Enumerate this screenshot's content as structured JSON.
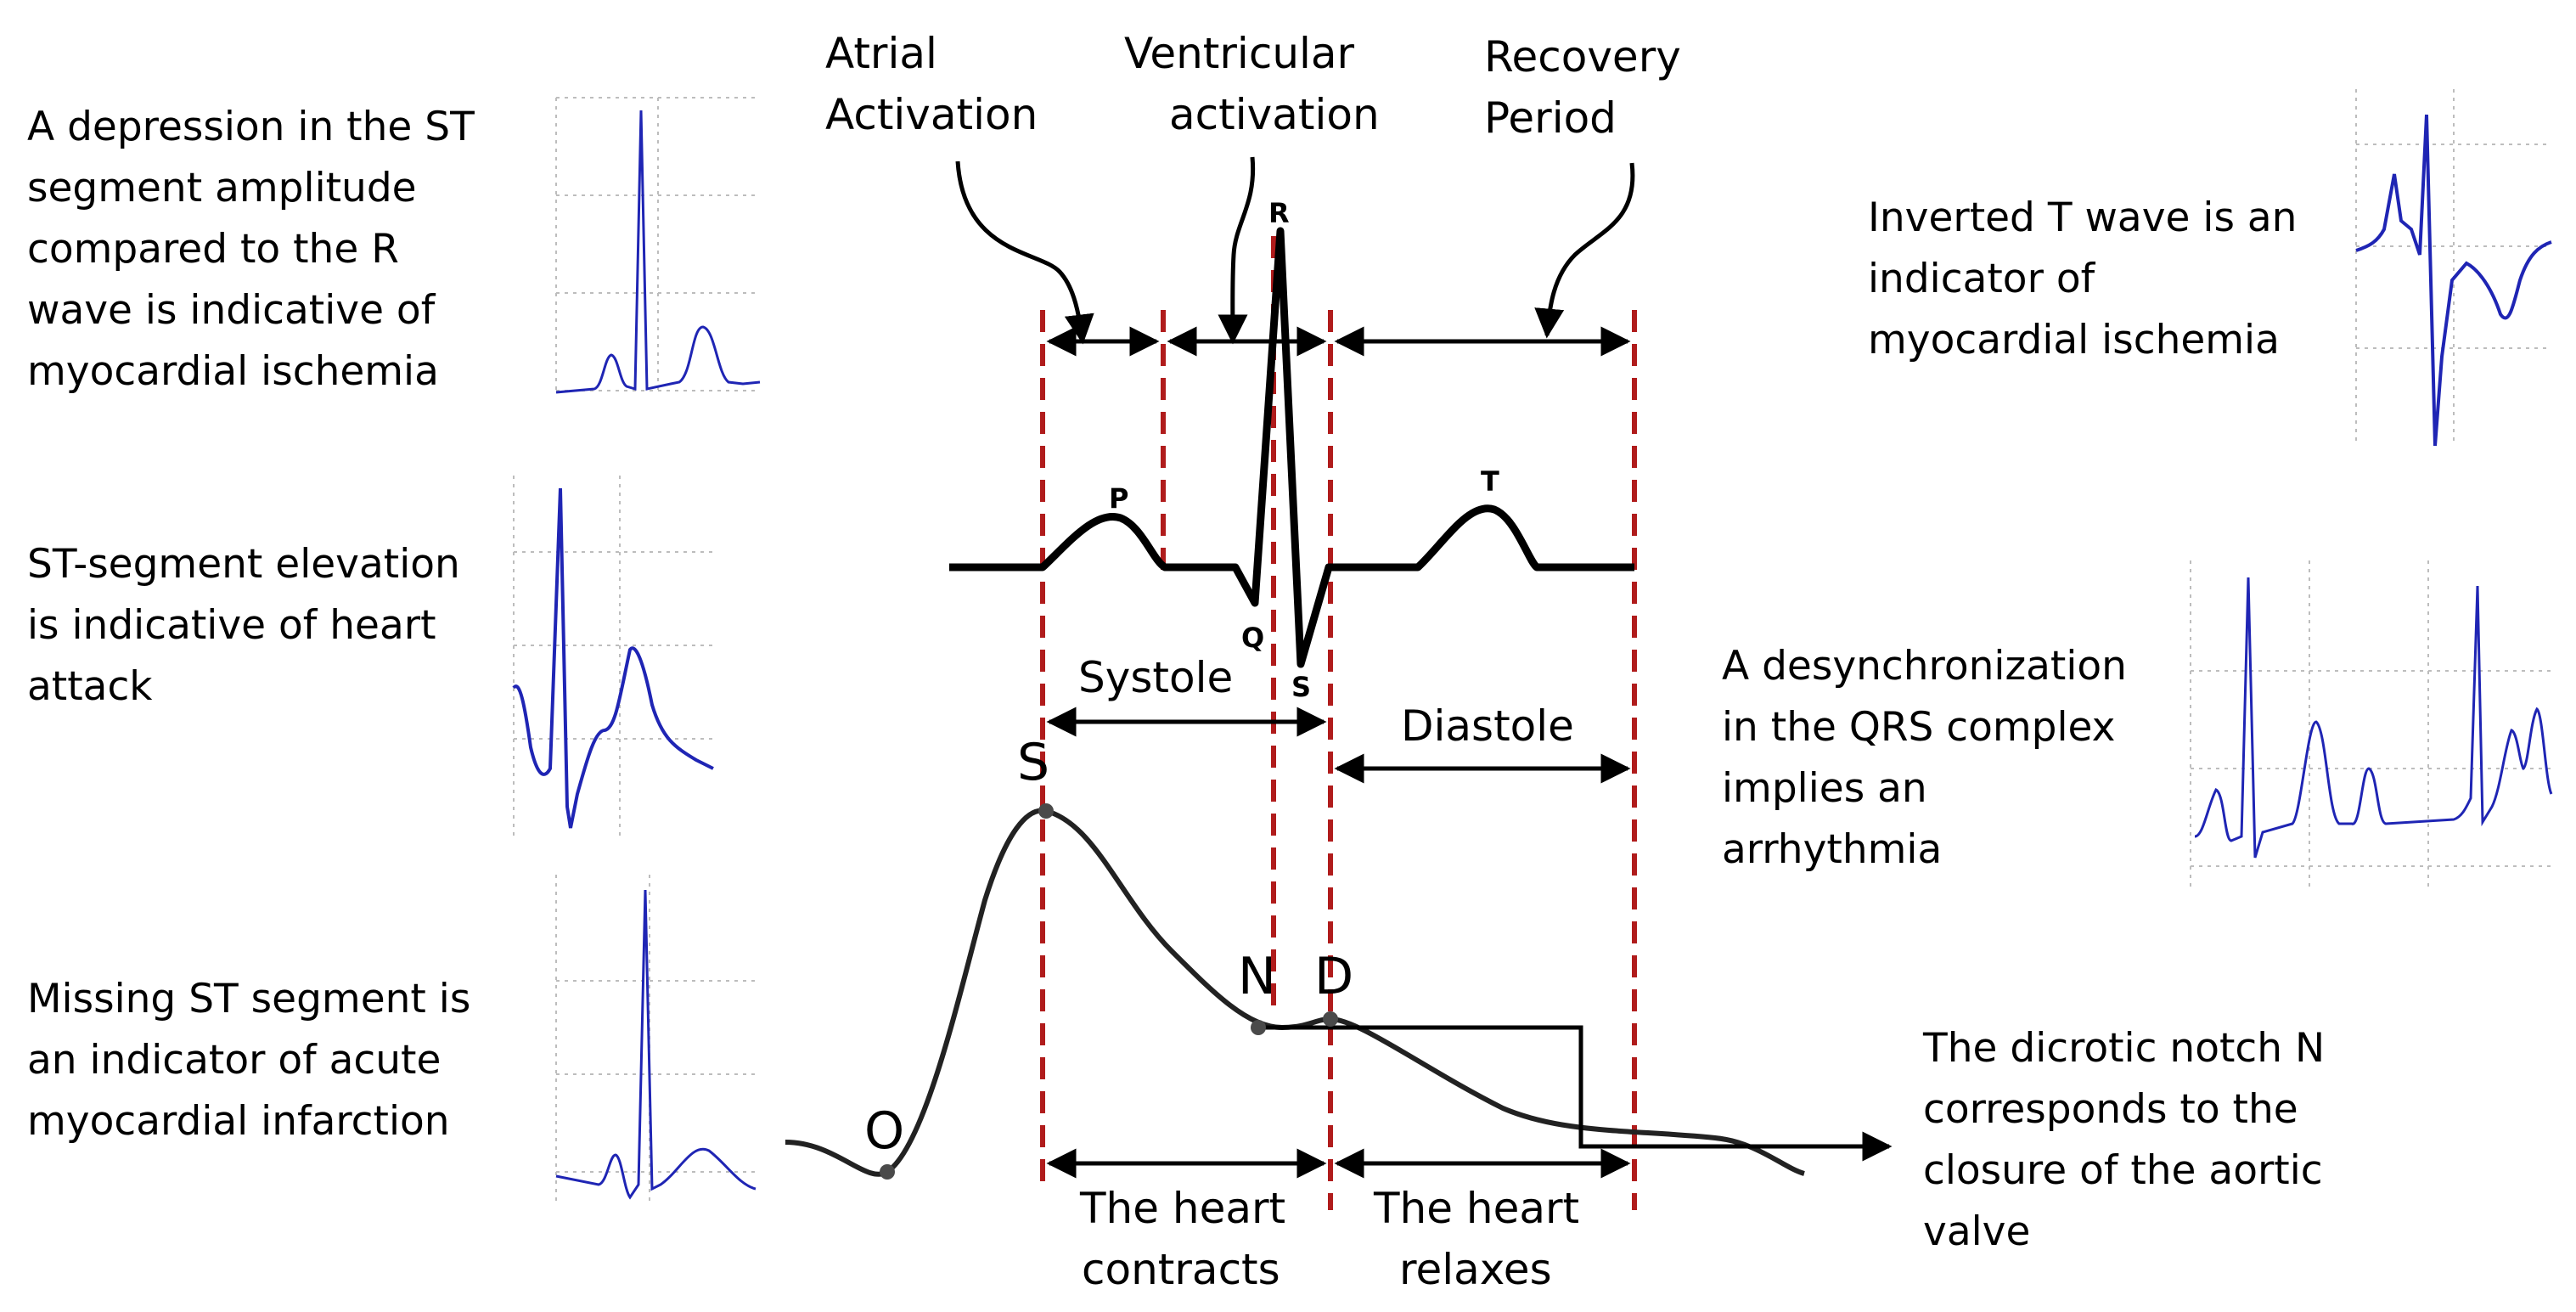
{
  "colors": {
    "ink": "#000000",
    "phase_lines": "#b01c1c",
    "ecg_trace": "#1f25b4",
    "grid": "#bdbdbd",
    "node": "#4a4a4a"
  },
  "phases": {
    "atrial": [
      "Atrial",
      "Activation"
    ],
    "ventricular": [
      "Ventricular",
      "activation"
    ],
    "recovery": [
      "Recovery",
      "Period"
    ]
  },
  "ecg_waves": {
    "P": "P",
    "Q": "Q",
    "R": "R",
    "S": "S",
    "T": "T"
  },
  "cycle": {
    "systole": "Systole",
    "diastole": "Diastole"
  },
  "pressure_points": {
    "O": "O",
    "S": "S",
    "N": "N",
    "D": "D"
  },
  "heart": {
    "contracts": [
      "The heart",
      "contracts"
    ],
    "relaxes": [
      "The heart",
      "relaxes"
    ]
  },
  "left_notes": [
    {
      "lines": [
        "A depression in the ST",
        "segment amplitude",
        "compared to the R",
        "wave is indicative of",
        "myocardial ischemia"
      ],
      "icon": "st-depression-ecg-icon"
    },
    {
      "lines": [
        "ST-segment elevation",
        "is indicative of heart",
        "attack"
      ],
      "icon": "st-elevation-ecg-icon"
    },
    {
      "lines": [
        "Missing ST segment is",
        "an indicator of acute",
        "myocardial infarction"
      ],
      "icon": "missing-st-ecg-icon"
    }
  ],
  "right_notes": [
    {
      "lines": [
        "Inverted T wave is an",
        "indicator of",
        "myocardial ischemia"
      ],
      "icon": "inverted-t-ecg-icon"
    },
    {
      "lines": [
        "A desynchronization",
        "in the QRS complex",
        "implies an",
        "arrhythmia"
      ],
      "icon": "qrs-desync-ecg-icon"
    },
    {
      "lines": [
        "The dicrotic notch N",
        "corresponds to the",
        "closure of the aortic",
        "valve"
      ],
      "icon": ""
    }
  ]
}
